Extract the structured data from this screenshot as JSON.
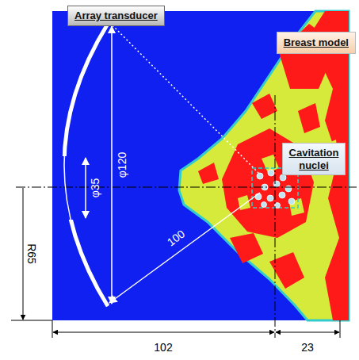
{
  "diagram": {
    "nodes": [
      {
        "text": [
          "Array transducer"
        ]
      },
      {
        "text": [
          "Breast model"
        ]
      },
      {
        "text": [
          "Cavitation nuclei"
        ]
      }
    ],
    "labels": [
      "φ120",
      "φ35",
      "100",
      "R65",
      "102",
      "23"
    ]
  }
}
